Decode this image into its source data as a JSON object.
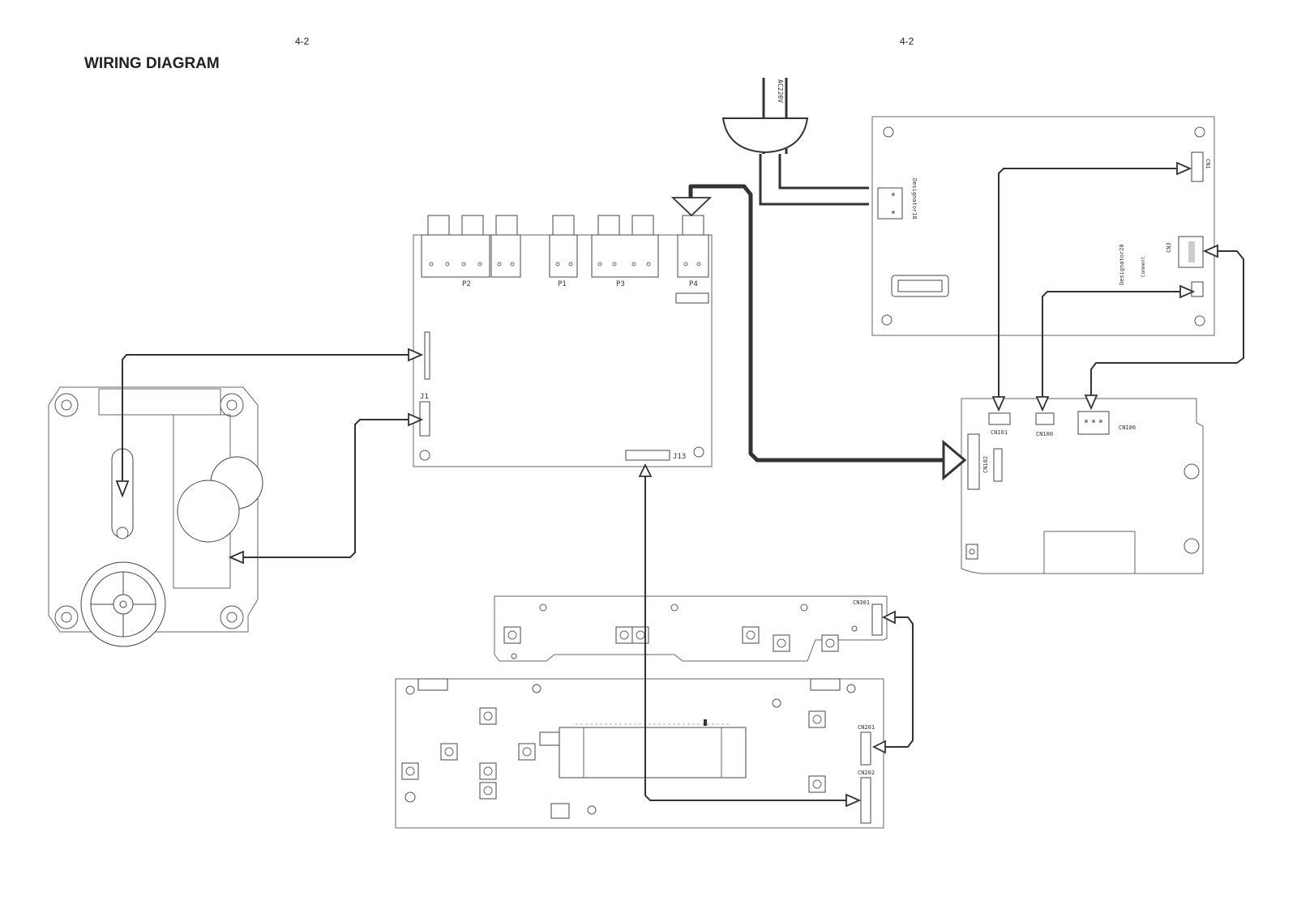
{
  "page": {
    "page_number_left": "4-2",
    "page_number_right": "4-2",
    "title": "WIRING DIAGRAM"
  },
  "labels": {
    "ac_plug": "AC220V",
    "designator18": "Designator18",
    "designator20": "Designator20",
    "comment": "Comment",
    "cn1": "CN1",
    "cn3": "CN3",
    "cn101": "CN101",
    "cn100": "CN100",
    "cn106": "CN106",
    "cn102": "CN102",
    "p1": "P1",
    "p2": "P2",
    "p3": "P3",
    "p4": "P4",
    "j1": "J1",
    "j13": "J13",
    "cn301": "CN301",
    "cn201": "CN201",
    "cn202": "CN202"
  },
  "colors": {
    "line": "#333333",
    "board": "#666666",
    "background": "#ffffff"
  }
}
